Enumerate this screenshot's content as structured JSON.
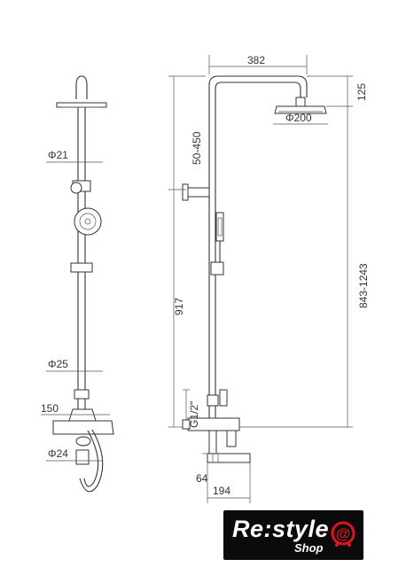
{
  "dimensions": {
    "arm_length": "382",
    "head_drop": "125",
    "head_diameter": "Φ200",
    "arm_height": "50-450",
    "outlet_range": "843-1243",
    "rod_length": "917",
    "thread": "G1/2\"",
    "spout_height": "64",
    "spout_reach": "194",
    "rod_diameter_top": "Φ21",
    "rod_diameter_bottom": "Φ25",
    "mixer_centers": "150",
    "mixer_body_diameter": "Φ24"
  },
  "logo": {
    "name": "Re:style",
    "sub": "Shop",
    "symbol": "@"
  },
  "colors": {
    "line": "#333333",
    "logo_bg": "#0b0b0b",
    "logo_accent": "#e0141e"
  }
}
